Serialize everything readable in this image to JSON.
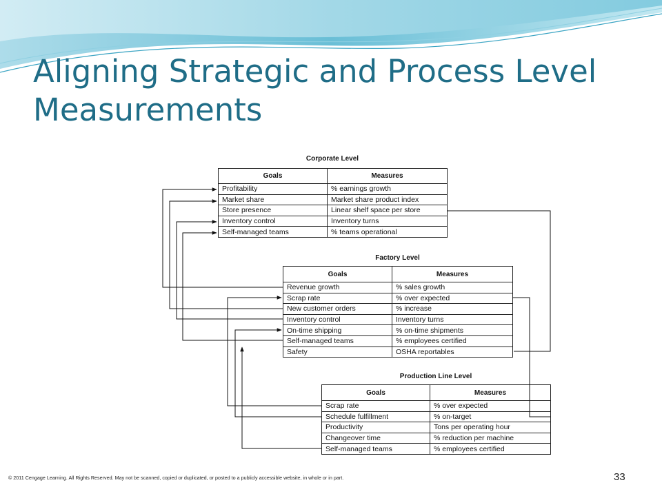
{
  "slide": {
    "title_line1": "Aligning Strategic and Process Level",
    "title_line2": "Measurements",
    "footer": "© 2011 Cengage Learning. All Rights Reserved. May not be scanned, copied or duplicated, or posted to a publicly accessible website, in whole or in part.",
    "page_number": "33",
    "accent_color": "#1f6d87"
  },
  "levels": {
    "corporate": {
      "title": "Corporate Level",
      "header_goals": "Goals",
      "header_measures": "Measures",
      "rows": [
        {
          "goal": "Profitability",
          "measure": "% earnings growth"
        },
        {
          "goal": "Market share",
          "measure": "Market share product index"
        },
        {
          "goal": "Store presence",
          "measure": "Linear shelf space per store"
        },
        {
          "goal": "Inventory control",
          "measure": "Inventory turns"
        },
        {
          "goal": "Self-managed teams",
          "measure": "% teams operational"
        }
      ]
    },
    "factory": {
      "title": "Factory Level",
      "header_goals": "Goals",
      "header_measures": "Measures",
      "rows": [
        {
          "goal": "Revenue growth",
          "measure": "% sales growth"
        },
        {
          "goal": "Scrap rate",
          "measure": "% over expected"
        },
        {
          "goal": "New customer orders",
          "measure": "% increase"
        },
        {
          "goal": "Inventory control",
          "measure": "Inventory turns"
        },
        {
          "goal": "On-time shipping",
          "measure": "% on-time shipments"
        },
        {
          "goal": "Self-managed teams",
          "measure": "% employees certified"
        },
        {
          "goal": "Safety",
          "measure": "OSHA reportables"
        }
      ]
    },
    "production": {
      "title": "Production Line Level",
      "header_goals": "Goals",
      "header_measures": "Measures",
      "rows": [
        {
          "goal": "Scrap rate",
          "measure": "% over expected"
        },
        {
          "goal": "Schedule fulfillment",
          "measure": "% on-target"
        },
        {
          "goal": "Productivity",
          "measure": "Tons per operating hour"
        },
        {
          "goal": "Changeover time",
          "measure": "% reduction per machine"
        },
        {
          "goal": "Self-managed teams",
          "measure": "% employees certified"
        }
      ]
    }
  }
}
